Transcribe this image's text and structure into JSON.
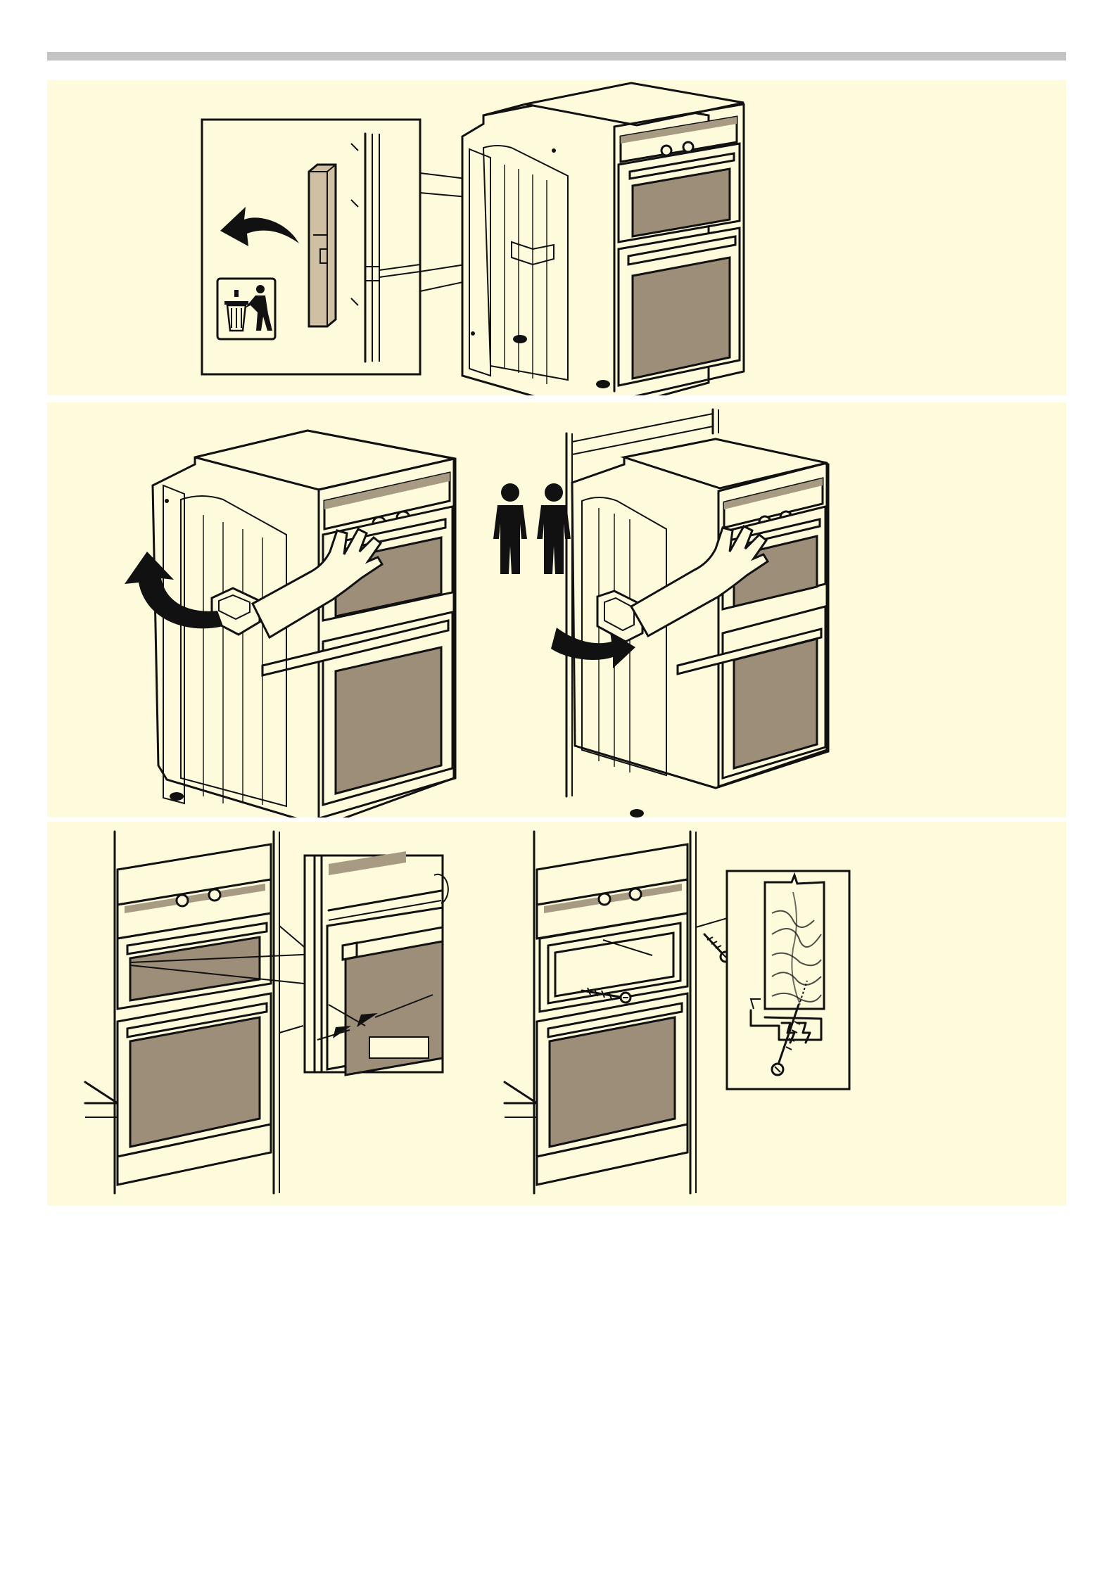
{
  "document": {
    "type": "installation-instructions",
    "steps": [
      {
        "id": "step-remove-spacer",
        "icons": [
          "curved-arrow-icon",
          "waste-bin-icon"
        ]
      },
      {
        "id": "step-two-person-lift",
        "icons": [
          "curved-arrow-icon",
          "two-persons-icon",
          "curved-arrow-icon"
        ]
      },
      {
        "id": "step-align-and-fix",
        "icons": [
          "arrow-icon",
          "screw-icon"
        ]
      }
    ]
  },
  "colors": {
    "panel_background": "#fdfbdb",
    "header_bar": "#c4c4c4",
    "glass": "#9c8e78",
    "outline": "#111111"
  }
}
